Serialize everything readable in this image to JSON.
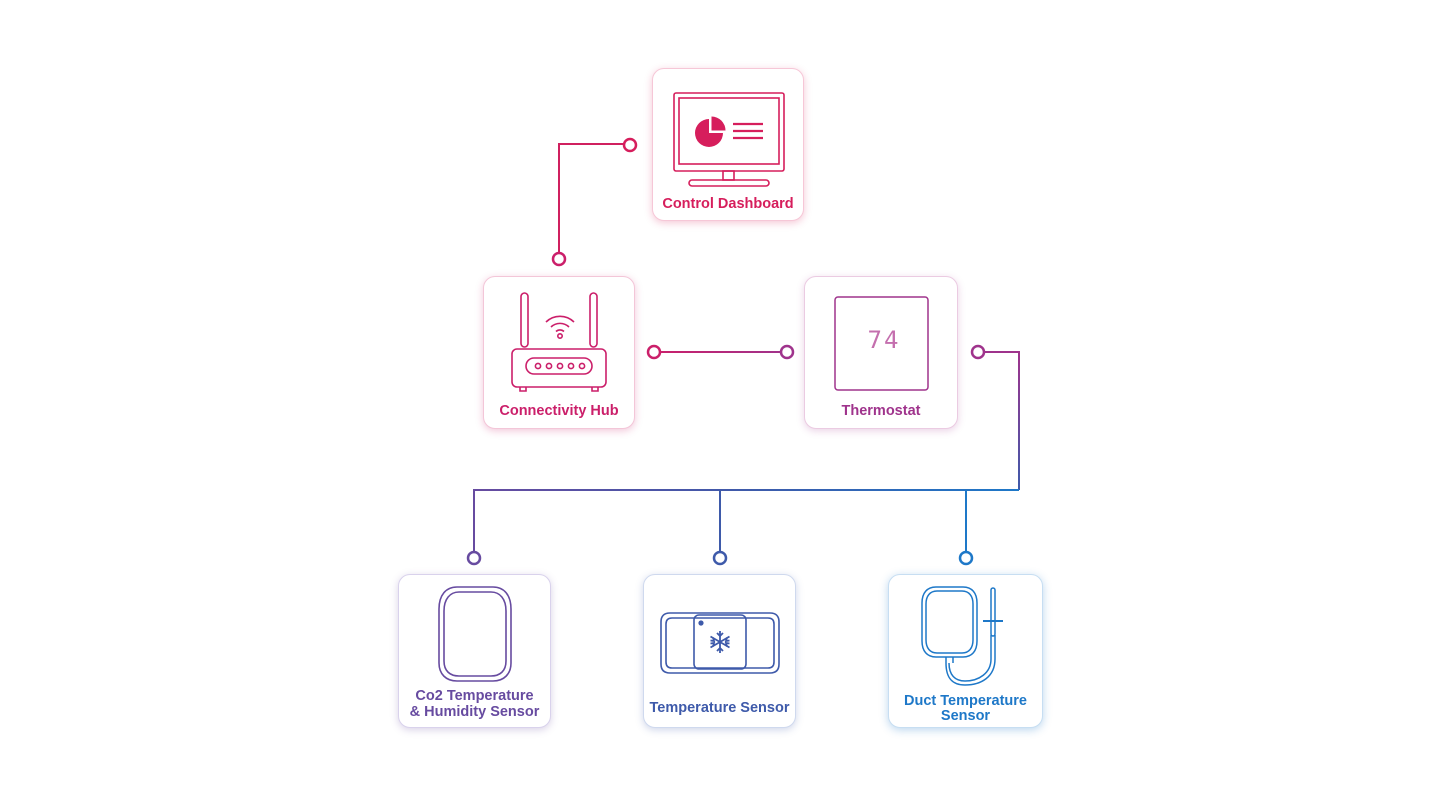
{
  "colors": {
    "dashboard": "#d61e5c",
    "hub": "#cb1f6a",
    "thermostat": "#9f338c",
    "co2": "#674ba0",
    "temperature": "#3e5aaa",
    "duct": "#1e78c8"
  },
  "nodes": {
    "dashboard": {
      "label": "Control Dashboard",
      "icon": "monitor-icon"
    },
    "hub": {
      "label": "Connectivity Hub",
      "icon": "router-icon"
    },
    "thermostat": {
      "label": "Thermostat",
      "icon": "thermostat-icon",
      "display": "74"
    },
    "co2": {
      "label_line1": "Co2 Temperature",
      "label_line2": "& Humidity Sensor",
      "icon": "sensor-icon"
    },
    "temperature": {
      "label": "Temperature Sensor",
      "icon": "snowflake-icon"
    },
    "duct": {
      "label_line1": "Duct Temperature",
      "label_line2": "Sensor",
      "icon": "duct-sensor-icon"
    }
  }
}
